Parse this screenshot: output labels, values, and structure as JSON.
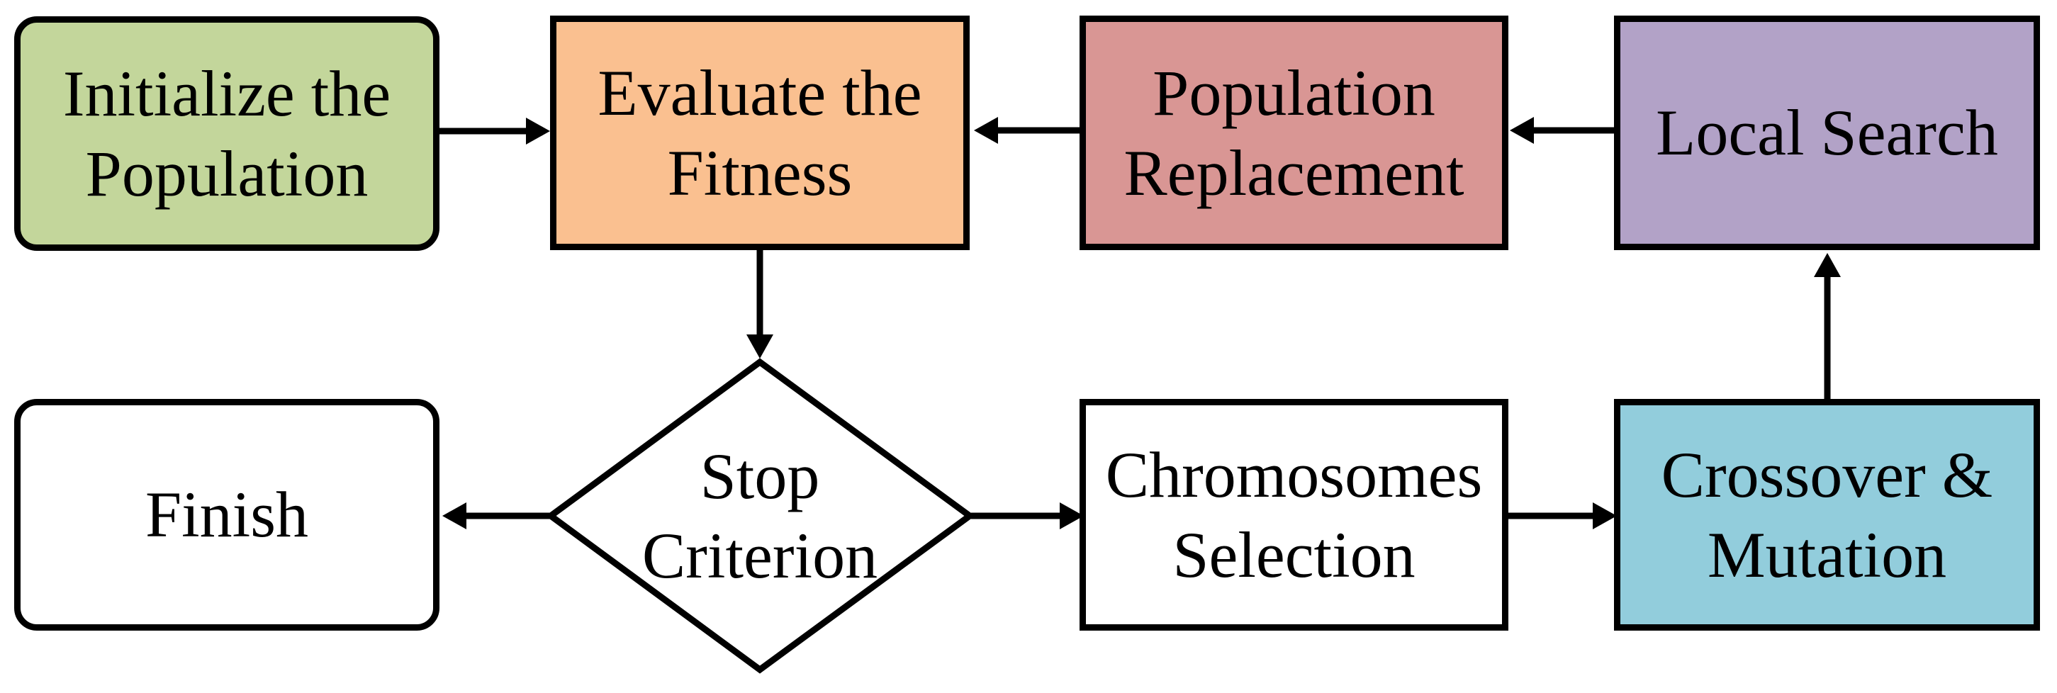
{
  "diagram": {
    "title": "Genetic algorithm flowchart",
    "colors": {
      "border": "#000000",
      "background": "#FFFFFF",
      "green": "#C3D69B",
      "orange": "#FAC090",
      "red": "#D99694",
      "purple": "#B2A2C7",
      "cyan": "#92CDDC",
      "white": "#FFFFFF"
    },
    "nodes": [
      {
        "id": "initialize",
        "label": "Initialize the Population",
        "shape": "rounded-rect",
        "fill": "#C3D69B"
      },
      {
        "id": "evaluate",
        "label": "Evaluate the Fitness",
        "shape": "rect",
        "fill": "#FAC090"
      },
      {
        "id": "replace",
        "label": "Population Replacement",
        "shape": "rect",
        "fill": "#D99694"
      },
      {
        "id": "local",
        "label": "Local Search",
        "shape": "rect",
        "fill": "#B2A2C7"
      },
      {
        "id": "stop",
        "label": "Stop Criterion",
        "shape": "diamond",
        "fill": "#FFFFFF"
      },
      {
        "id": "finish",
        "label": "Finish",
        "shape": "rounded-rect",
        "fill": "#FFFFFF"
      },
      {
        "id": "selection",
        "label": "Chromosomes Selection",
        "shape": "rect",
        "fill": "#FFFFFF"
      },
      {
        "id": "crossover",
        "label": "Crossover & Mutation",
        "shape": "rect",
        "fill": "#92CDDC"
      }
    ],
    "edges": [
      {
        "from": "initialize",
        "to": "evaluate"
      },
      {
        "from": "replace",
        "to": "evaluate"
      },
      {
        "from": "local",
        "to": "replace"
      },
      {
        "from": "evaluate",
        "to": "stop"
      },
      {
        "from": "stop",
        "to": "finish"
      },
      {
        "from": "stop",
        "to": "selection"
      },
      {
        "from": "selection",
        "to": "crossover"
      },
      {
        "from": "crossover",
        "to": "local"
      }
    ]
  }
}
